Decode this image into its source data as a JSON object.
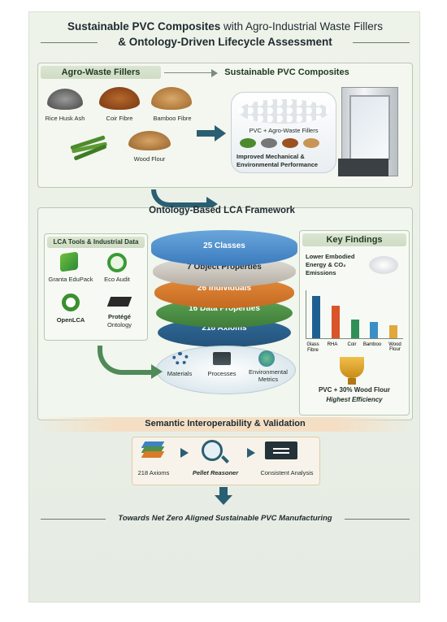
{
  "title": {
    "line1_bold": "Sustainable PVC Composites",
    "line1_rest": " with Agro-Industrial Waste Fillers",
    "line2": "& Ontology-Driven Lifecycle Assessment"
  },
  "fillers": {
    "header": "Agro-Waste Fillers",
    "items": [
      "Rice Husk Ash",
      "Coir Fibre",
      "Bamboo Fibre",
      "Wood Flour"
    ]
  },
  "composites": {
    "header": "Sustainable PVC Composites",
    "pellet_label": "PVC + Agro-Waste Fillers",
    "performance_line1": "Improved Mechanical &",
    "performance_line2": "Environmental Performance"
  },
  "framework": {
    "header": "Ontology-Based LCA Framework",
    "layers": [
      "25 Classes",
      "7 Object Properties",
      "26 Individuals",
      "16 Data Properties",
      "218 Axioms"
    ],
    "metrics": [
      "Materials",
      "Processes",
      "Environmental Metrics"
    ]
  },
  "tools": {
    "header": "LCA Tools & Industrial Data",
    "items": [
      "Granta EduPack",
      "Eco Audit",
      "OpenLCA",
      "Protégé",
      "Ontology"
    ]
  },
  "findings": {
    "header": "Key Findings",
    "subtitle_line1": "Lower Embodied",
    "subtitle_line2": "Energy & CO₂",
    "subtitle_line3": "Emissions",
    "winner_line1": "PVC + 30% Wood Flour",
    "winner_line2": "Highest Efficiency"
  },
  "chart_data": {
    "type": "bar",
    "categories": [
      "Glass Fibre",
      "RHA",
      "Coir",
      "Bamboo",
      "Wood Flour"
    ],
    "values": [
      100,
      78,
      45,
      38,
      30
    ],
    "colors": [
      "#1e5f92",
      "#d9542a",
      "#2f8f58",
      "#3a8fc7",
      "#e1a73b"
    ],
    "ylim": [
      0,
      110
    ]
  },
  "semantic": {
    "header": "Semantic Interoperability & Validation",
    "steps": [
      "218 Axioms",
      "Pellet Reasoner",
      "Consistent Analysis"
    ]
  },
  "footer": "Towards Net Zero Aligned Sustainable PVC Manufacturing",
  "colors": {
    "layer_blue": "#3c82c4",
    "layer_grey": "#a9a39a",
    "layer_orange": "#d97a2a",
    "layer_green": "#4f9146",
    "layer_navy": "#2d5f8e",
    "arrow_teal": "#2b5e72",
    "arrow_green": "#4f8a58"
  }
}
